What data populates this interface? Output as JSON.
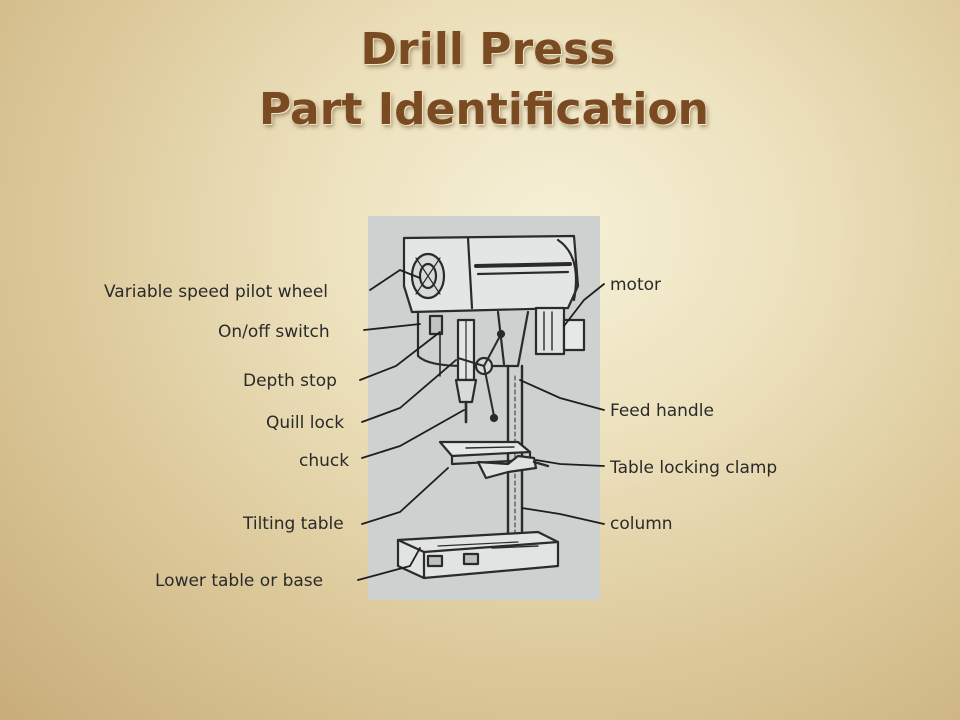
{
  "title": {
    "line1": "Drill Press",
    "line2": "Part Identification"
  },
  "labels_left": {
    "variable_speed": "Variable speed pilot wheel",
    "on_off": "On/off switch",
    "depth_stop": "Depth stop",
    "quill_lock": "Quill lock",
    "chuck": "chuck",
    "tilting_table": "Tilting table",
    "base": "Lower table or base"
  },
  "labels_right": {
    "motor": "motor",
    "feed_handle": "Feed handle",
    "table_clamp": "Table locking clamp",
    "column": "column"
  },
  "colors": {
    "title": "#7a4a22",
    "label": "#2a2a2a",
    "illustration_bg": "#cfd3d2"
  }
}
